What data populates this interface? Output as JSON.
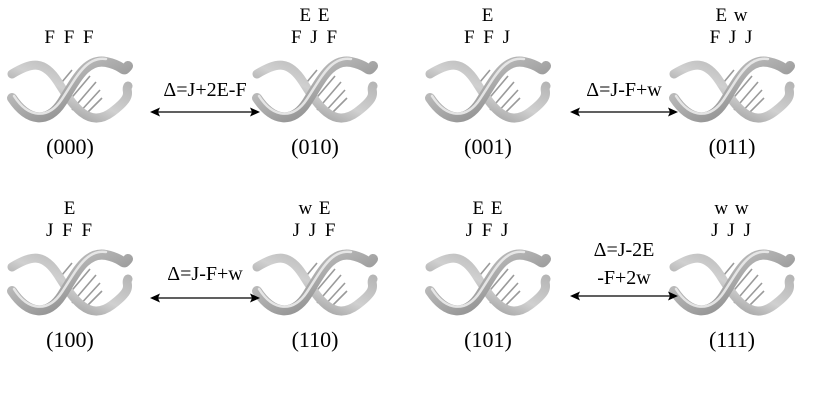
{
  "colors": {
    "ink": "#000000",
    "strand_light": "#d0d0d0",
    "strand_mid": "#a8a8a8",
    "strand_dark": "#7a7a7a",
    "rung": "#9a9a9a"
  },
  "panels": [
    {
      "top": "",
      "bottom": "F F F",
      "state": "(000)"
    },
    {
      "top": "E E",
      "bottom": "F J F",
      "state": "(010)"
    },
    {
      "top": "E",
      "bottom": "F F J",
      "state": "(001)"
    },
    {
      "top": "E w",
      "bottom": "F J J",
      "state": "(011)"
    },
    {
      "top": "E",
      "bottom": "J F F",
      "state": "(100)"
    },
    {
      "top": "w E",
      "bottom": "J J F",
      "state": "(110)"
    },
    {
      "top": "E E",
      "bottom": "J F J",
      "state": "(101)"
    },
    {
      "top": "w w",
      "bottom": "J J J",
      "state": "(111)"
    }
  ],
  "connectors": [
    {
      "line1": "Δ=J+2E-F",
      "line2": ""
    },
    {
      "line1": "Δ=J-F+w",
      "line2": ""
    },
    {
      "line1": "Δ=J-F+w",
      "line2": ""
    },
    {
      "line1": "Δ=J-2E",
      "line2": "-F+2w"
    }
  ]
}
